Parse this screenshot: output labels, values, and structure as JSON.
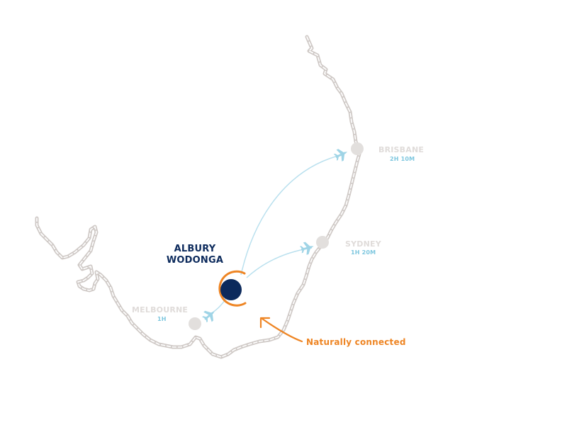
{
  "colors": {
    "coastline": "#cfc9c6",
    "coastline_inner": "#ffffff",
    "route": "#b9e0ee",
    "plane": "#9fd4e6",
    "city_dot": "#e2dfdd",
    "city_label": "#e0dcda",
    "time_label": "#7ec7df",
    "hub": "#0c2a5c",
    "accent": "#ee8524"
  },
  "hub": {
    "line1": "ALBURY",
    "line2": "WODONGA"
  },
  "cities": [
    {
      "id": "brisbane",
      "name": "BRISBANE",
      "time": "2H 10M"
    },
    {
      "id": "sydney",
      "name": "SYDNEY",
      "time": "1H 20M"
    },
    {
      "id": "melbourne",
      "name": "MELBOURNE",
      "time": "1H"
    }
  ],
  "tagline": "Naturally connected",
  "icons": [
    "plane-icon",
    "arrow-icon"
  ]
}
